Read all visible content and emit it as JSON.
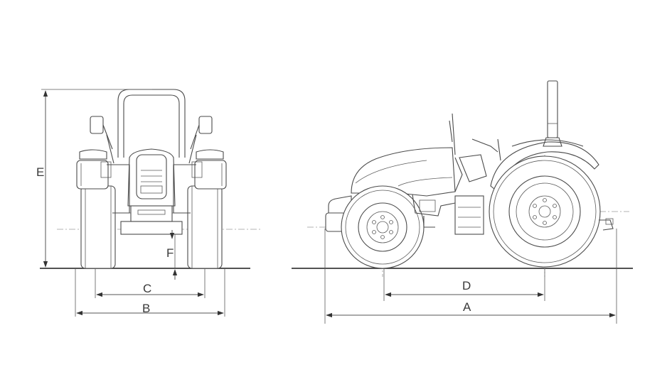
{
  "dimensions": {
    "A": "A",
    "B": "B",
    "C": "C",
    "D": "D",
    "E": "E",
    "F": "F"
  },
  "colors": {
    "line": "#4a4a4a",
    "background": "#ffffff"
  }
}
